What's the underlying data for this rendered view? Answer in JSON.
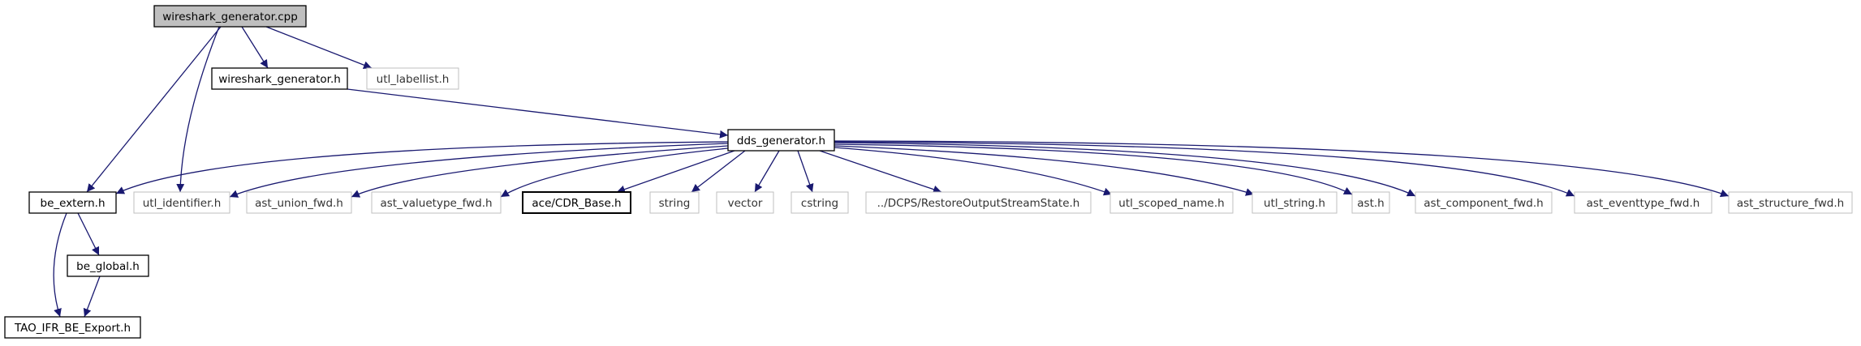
{
  "graph": {
    "nodes": [
      {
        "id": "wireshark_generator_cpp",
        "label": "wireshark_generator.cpp",
        "style": "root"
      },
      {
        "id": "wireshark_generator_h",
        "label": "wireshark_generator.h",
        "style": "doc"
      },
      {
        "id": "utl_labellist_h",
        "label": "utl_labellist.h",
        "style": "external"
      },
      {
        "id": "dds_generator_h",
        "label": "dds_generator.h",
        "style": "doc"
      },
      {
        "id": "be_extern_h",
        "label": "be_extern.h",
        "style": "doc"
      },
      {
        "id": "utl_identifier_h",
        "label": "utl_identifier.h",
        "style": "external"
      },
      {
        "id": "ast_union_fwd_h",
        "label": "ast_union_fwd.h",
        "style": "external"
      },
      {
        "id": "ast_valuetype_fwd_h",
        "label": "ast_valuetype_fwd.h",
        "style": "external"
      },
      {
        "id": "ace_cdr_base_h",
        "label": "ace/CDR_Base.h",
        "style": "doc-bold"
      },
      {
        "id": "string",
        "label": "string",
        "style": "external"
      },
      {
        "id": "vector",
        "label": "vector",
        "style": "external"
      },
      {
        "id": "cstring",
        "label": "cstring",
        "style": "external"
      },
      {
        "id": "restore_output_stream_state_h",
        "label": "../DCPS/RestoreOutputStreamState.h",
        "style": "external"
      },
      {
        "id": "utl_scoped_name_h",
        "label": "utl_scoped_name.h",
        "style": "external"
      },
      {
        "id": "utl_string_h",
        "label": "utl_string.h",
        "style": "external"
      },
      {
        "id": "ast_h",
        "label": "ast.h",
        "style": "external"
      },
      {
        "id": "ast_component_fwd_h",
        "label": "ast_component_fwd.h",
        "style": "external"
      },
      {
        "id": "ast_eventtype_fwd_h",
        "label": "ast_eventtype_fwd.h",
        "style": "external"
      },
      {
        "id": "ast_structure_fwd_h",
        "label": "ast_structure_fwd.h",
        "style": "external"
      },
      {
        "id": "be_global_h",
        "label": "be_global.h",
        "style": "doc"
      },
      {
        "id": "tao_ifr_be_export_h",
        "label": "TAO_IFR_BE_Export.h",
        "style": "doc"
      }
    ],
    "edges": [
      {
        "from": "wireshark_generator_cpp",
        "to": "wireshark_generator_h"
      },
      {
        "from": "wireshark_generator_cpp",
        "to": "utl_labellist_h"
      },
      {
        "from": "wireshark_generator_cpp",
        "to": "be_extern_h"
      },
      {
        "from": "wireshark_generator_cpp",
        "to": "utl_identifier_h"
      },
      {
        "from": "wireshark_generator_h",
        "to": "dds_generator_h"
      },
      {
        "from": "dds_generator_h",
        "to": "be_extern_h"
      },
      {
        "from": "dds_generator_h",
        "to": "utl_identifier_h"
      },
      {
        "from": "dds_generator_h",
        "to": "ast_union_fwd_h"
      },
      {
        "from": "dds_generator_h",
        "to": "ast_valuetype_fwd_h"
      },
      {
        "from": "dds_generator_h",
        "to": "ace_cdr_base_h"
      },
      {
        "from": "dds_generator_h",
        "to": "string"
      },
      {
        "from": "dds_generator_h",
        "to": "vector"
      },
      {
        "from": "dds_generator_h",
        "to": "cstring"
      },
      {
        "from": "dds_generator_h",
        "to": "restore_output_stream_state_h"
      },
      {
        "from": "dds_generator_h",
        "to": "utl_scoped_name_h"
      },
      {
        "from": "dds_generator_h",
        "to": "utl_string_h"
      },
      {
        "from": "dds_generator_h",
        "to": "ast_h"
      },
      {
        "from": "dds_generator_h",
        "to": "ast_component_fwd_h"
      },
      {
        "from": "dds_generator_h",
        "to": "ast_eventtype_fwd_h"
      },
      {
        "from": "dds_generator_h",
        "to": "ast_structure_fwd_h"
      },
      {
        "from": "be_extern_h",
        "to": "be_global_h"
      },
      {
        "from": "be_extern_h",
        "to": "tao_ifr_be_export_h"
      },
      {
        "from": "be_global_h",
        "to": "tao_ifr_be_export_h"
      }
    ]
  },
  "colors": {
    "edge": "#191970",
    "root_fill": "#bfbfbf",
    "doc_border": "#000000",
    "external_border": "#bfbfbf",
    "background": "#ffffff"
  }
}
